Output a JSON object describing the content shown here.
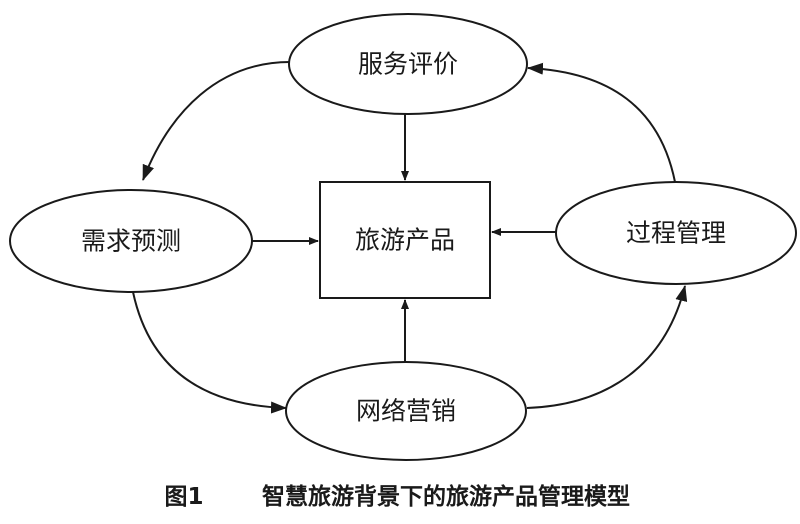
{
  "nodes": {
    "service_evaluation": "服务评价",
    "demand_forecast": "需求预测",
    "tourism_product": "旅游产品",
    "process_management": "过程管理",
    "network_marketing": "网络营销"
  },
  "caption": {
    "figure_number": "图1",
    "title": "智慧旅游背景下的旅游产品管理模型"
  },
  "colors": {
    "stroke": "#1a1a1a",
    "background": "#ffffff"
  }
}
